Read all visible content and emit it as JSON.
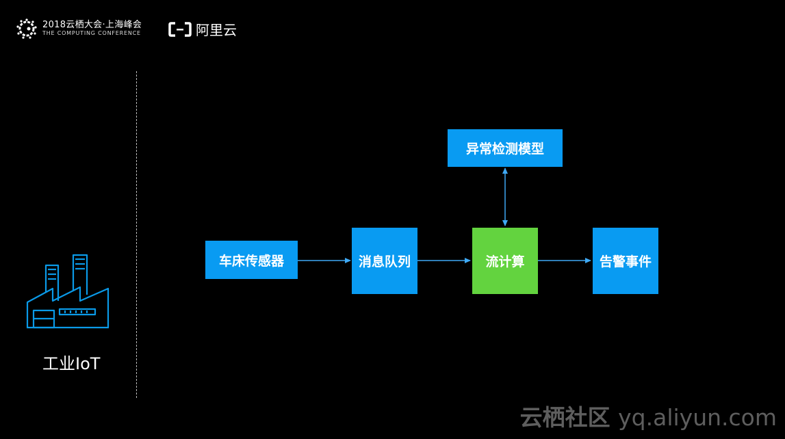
{
  "header": {
    "conference_title": "2018云栖大会·上海峰会",
    "conference_subtitle": "THE COMPUTING CONFERENCE",
    "brand_text": "阿里云"
  },
  "sidebar": {
    "label": "工业IoT"
  },
  "diagram": {
    "nodes": {
      "lathe_sensor": "车床传感器",
      "message_queue": "消息队列",
      "stream_compute": "流计算",
      "alert_event": "告警事件",
      "anomaly_model": "异常检测模型"
    }
  },
  "watermark": {
    "cn": "云栖社区",
    "url": "yq.aliyun.com"
  },
  "colors": {
    "background": "#000000",
    "node_blue": "#099BF2",
    "node_green": "#63D33F",
    "arrow": "#3FA9F5",
    "icon": "#0A9AE8"
  }
}
